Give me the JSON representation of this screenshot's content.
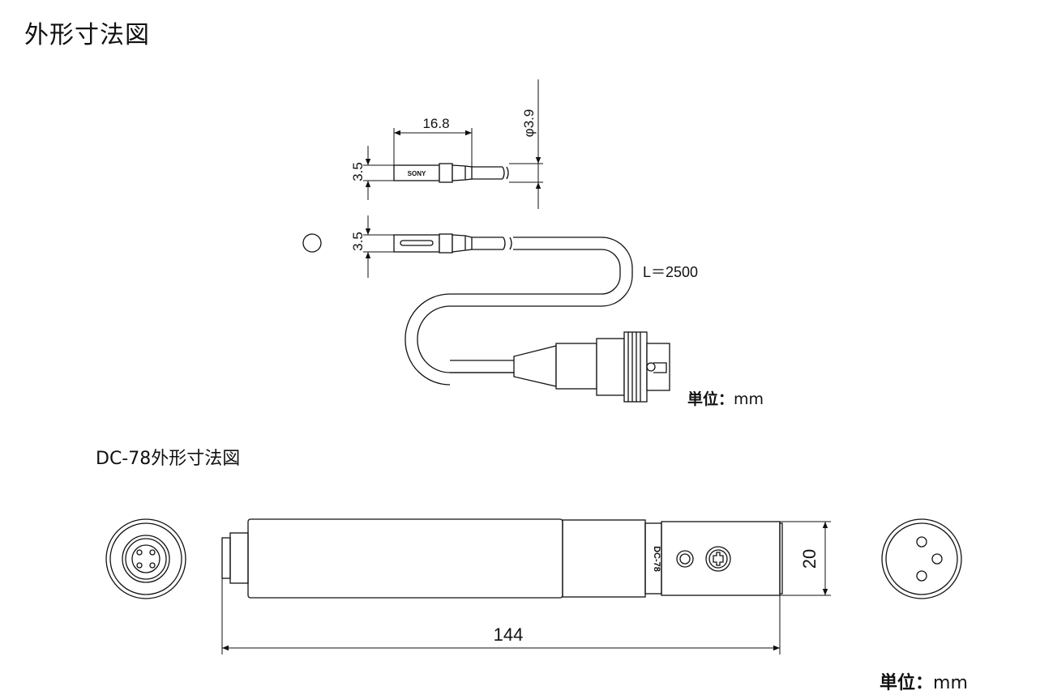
{
  "title": "外形寸法図",
  "subtitle": "DC-78外形寸法図",
  "units": {
    "upper_label": "単位：",
    "upper_value": "mm",
    "lower_label": "単位：",
    "lower_value": "mm"
  },
  "cable_drawing": {
    "dim_length": "16.8",
    "dim_diameter": "φ3.9",
    "dim_height_top": "3.5",
    "dim_height_bottom": "3.5",
    "cable_length": "L＝2500",
    "brand": "SONY"
  },
  "body_drawing": {
    "dim_total_length": "144",
    "dim_diameter": "20",
    "model_marking": "DC-78"
  }
}
